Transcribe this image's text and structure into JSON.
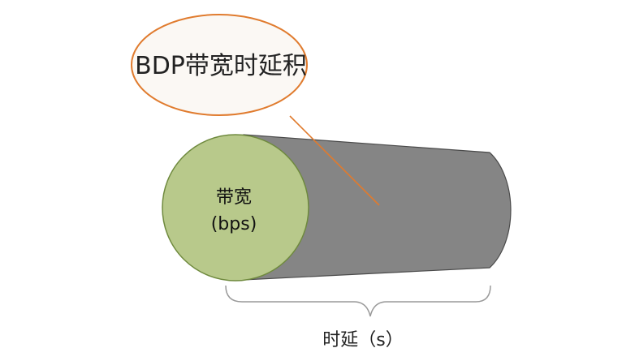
{
  "diagram": {
    "callout_label": "BDP带宽时延积",
    "bandwidth_label": "带宽",
    "bandwidth_unit": "(bps)",
    "latency_label": "时延（s）"
  },
  "colors": {
    "callout_fill": "#fbf8f4",
    "callout_stroke": "#e07b2e",
    "pipe_body": "#858585",
    "pipe_stroke": "#4a4a4a",
    "pipe_end_fill": "#b8c98b",
    "pipe_end_stroke": "#6f8a3e",
    "leader_line": "#e07b2e",
    "brace": "#9a9a9a"
  }
}
